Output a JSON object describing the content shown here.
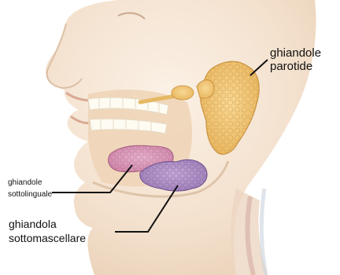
{
  "labels": {
    "parotid": "ghiandole\nparotide",
    "sublingual": "ghiandole\nsottolinguale",
    "submandibular": "ghiandola\nsottomascellare"
  },
  "colors": {
    "skin": "#f6e7d6",
    "skin_shadow": "#eed7c0",
    "parotid_gland": "#f1c777",
    "sublingual_gland": "#d79ab7",
    "submandibular_gland": "#b595c9",
    "teeth": "#fdfbf2",
    "leader_line": "#111111"
  }
}
